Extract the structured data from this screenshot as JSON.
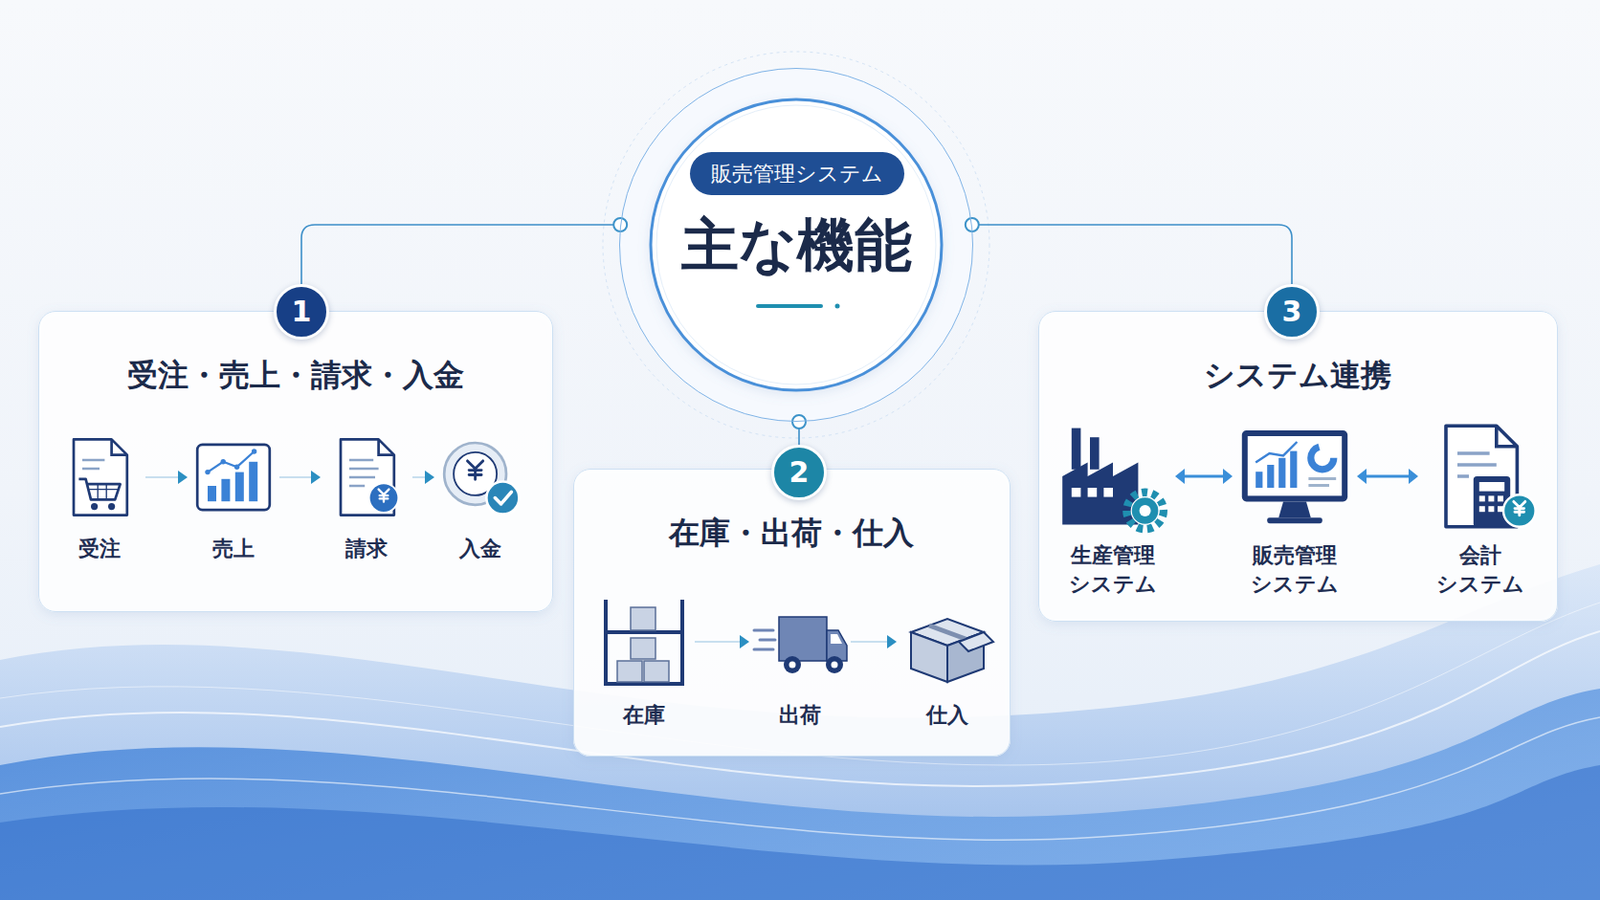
{
  "diagram": {
    "nodes": [
      {
        "text": [
          "主な機能"
        ]
      },
      {
        "text": [
          "販売管理システム"
        ],
        "in": 0
      },
      {
        "text": [
          "受注・売上・請求・入金"
        ]
      },
      {
        "text": [
          "1"
        ],
        "in": 2
      },
      {
        "text": [
          "受注"
        ],
        "in": 2
      },
      {
        "text": [
          "売上"
        ],
        "in": 2
      },
      {
        "text": [
          "請求"
        ],
        "in": 2
      },
      {
        "text": [
          "入金"
        ],
        "in": 2
      },
      {
        "text": [
          "在庫・出荷・仕入"
        ]
      },
      {
        "text": [
          "2"
        ],
        "in": 8
      },
      {
        "text": [
          "在庫"
        ],
        "in": 8
      },
      {
        "text": [
          "出荷"
        ],
        "in": 8
      },
      {
        "text": [
          "仕入"
        ],
        "in": 8
      },
      {
        "text": [
          "システム連携"
        ]
      },
      {
        "text": [
          "3"
        ],
        "in": 13
      },
      {
        "text": [
          "生産管理 システム"
        ],
        "in": 13
      },
      {
        "text": [
          "販売管理 システム"
        ],
        "in": 13
      },
      {
        "text": [
          "会計 システム"
        ],
        "in": 13
      }
    ],
    "edges": [
      {
        "from": 0,
        "to": 3,
        "arrow": "none"
      },
      {
        "from": 0,
        "to": 9,
        "arrow": "none"
      },
      {
        "from": 0,
        "to": 14,
        "arrow": "none"
      },
      {
        "from": 4,
        "to": 5,
        "arrow": "to"
      },
      {
        "from": 5,
        "to": 6,
        "arrow": "to"
      },
      {
        "from": 6,
        "to": 7,
        "arrow": "to"
      },
      {
        "from": 10,
        "to": 11,
        "arrow": "to"
      },
      {
        "from": 11,
        "to": 12,
        "arrow": "to"
      },
      {
        "from": 15,
        "to": 16,
        "arrow": "both"
      },
      {
        "from": 16,
        "to": 17,
        "arrow": "both"
      }
    ]
  }
}
